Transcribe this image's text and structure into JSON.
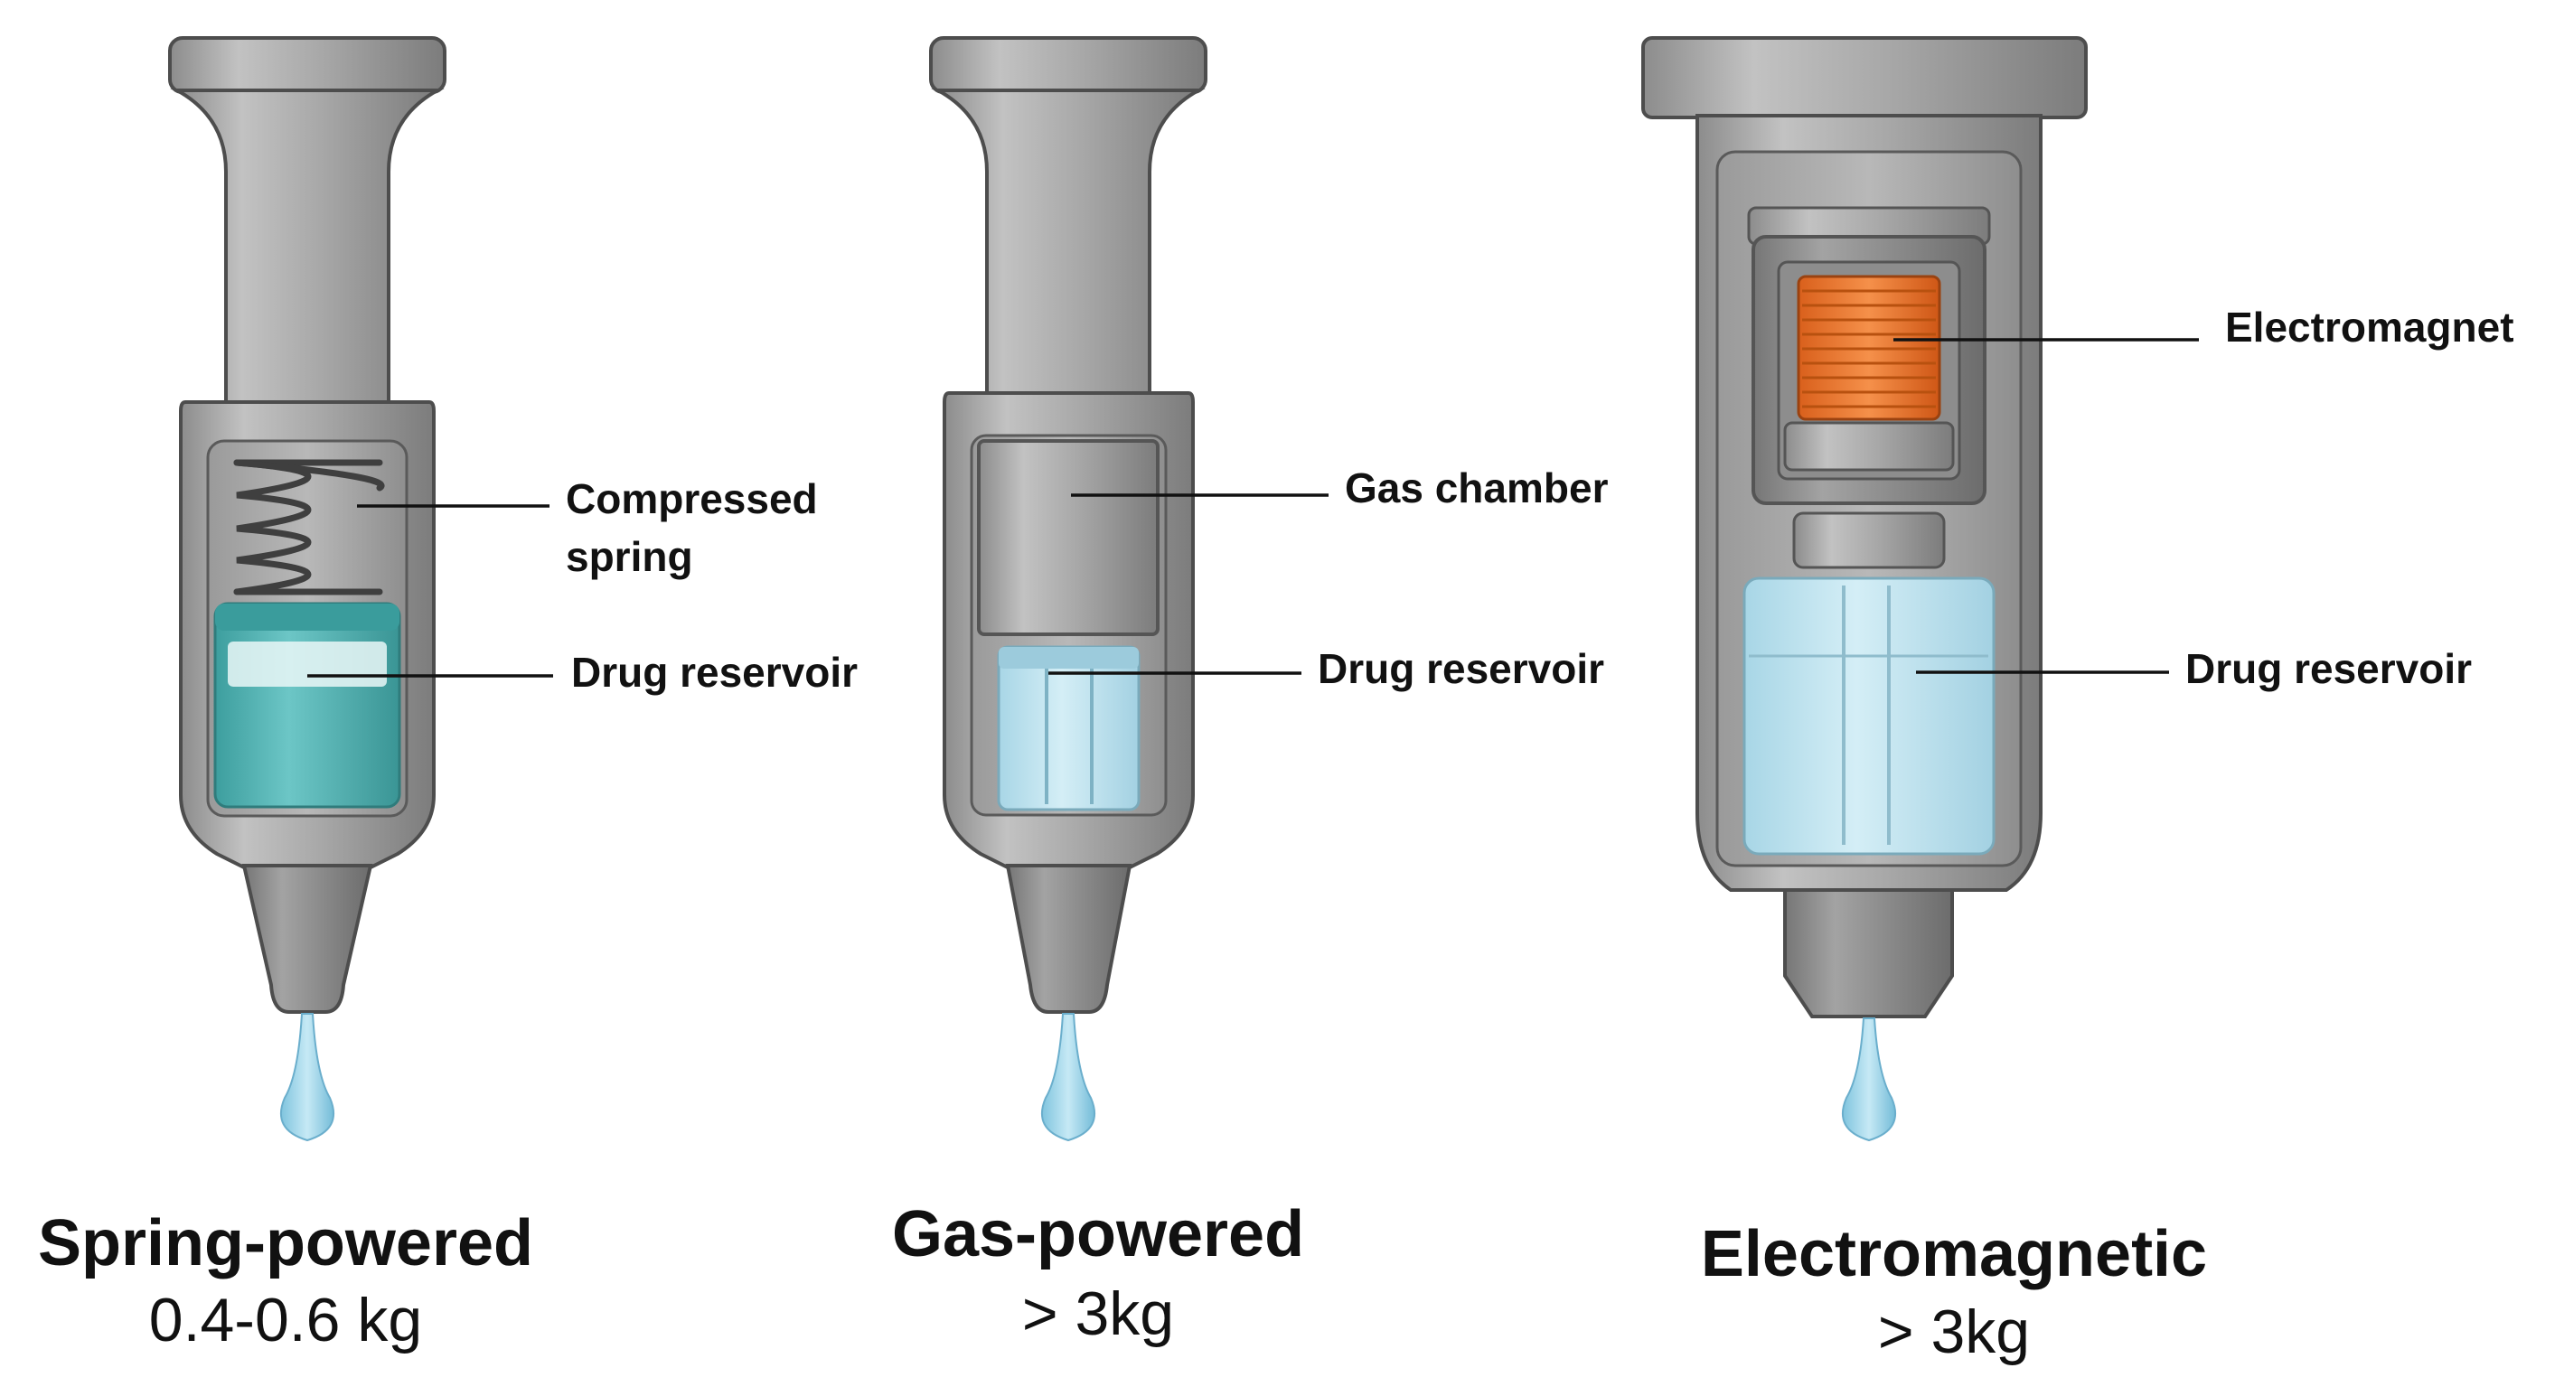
{
  "devices": [
    {
      "title": "Spring-powered",
      "weight": "0.4-0.6 kg",
      "labels": {
        "compressed_spring_line1": "Compressed",
        "compressed_spring_line2": "spring",
        "drug_reservoir": "Drug reservoir"
      }
    },
    {
      "title": "Gas-powered",
      "weight": "> 3kg",
      "labels": {
        "gas_chamber": "Gas chamber",
        "drug_reservoir": "Drug reservoir"
      }
    },
    {
      "title": "Electromagnetic",
      "weight": "> 3kg",
      "labels": {
        "electromagnet": "Electromagnet",
        "drug_reservoir": "Drug reservoir"
      }
    }
  ],
  "colors": {
    "body_gray": "#a9a9a9",
    "dark_gray": "#7f7f7f",
    "teal_liquid": "#4fb3b3",
    "light_blue_liquid": "#bfe4f0",
    "coil_orange": "#f07a2c",
    "droplet": "#8fcfe6"
  }
}
